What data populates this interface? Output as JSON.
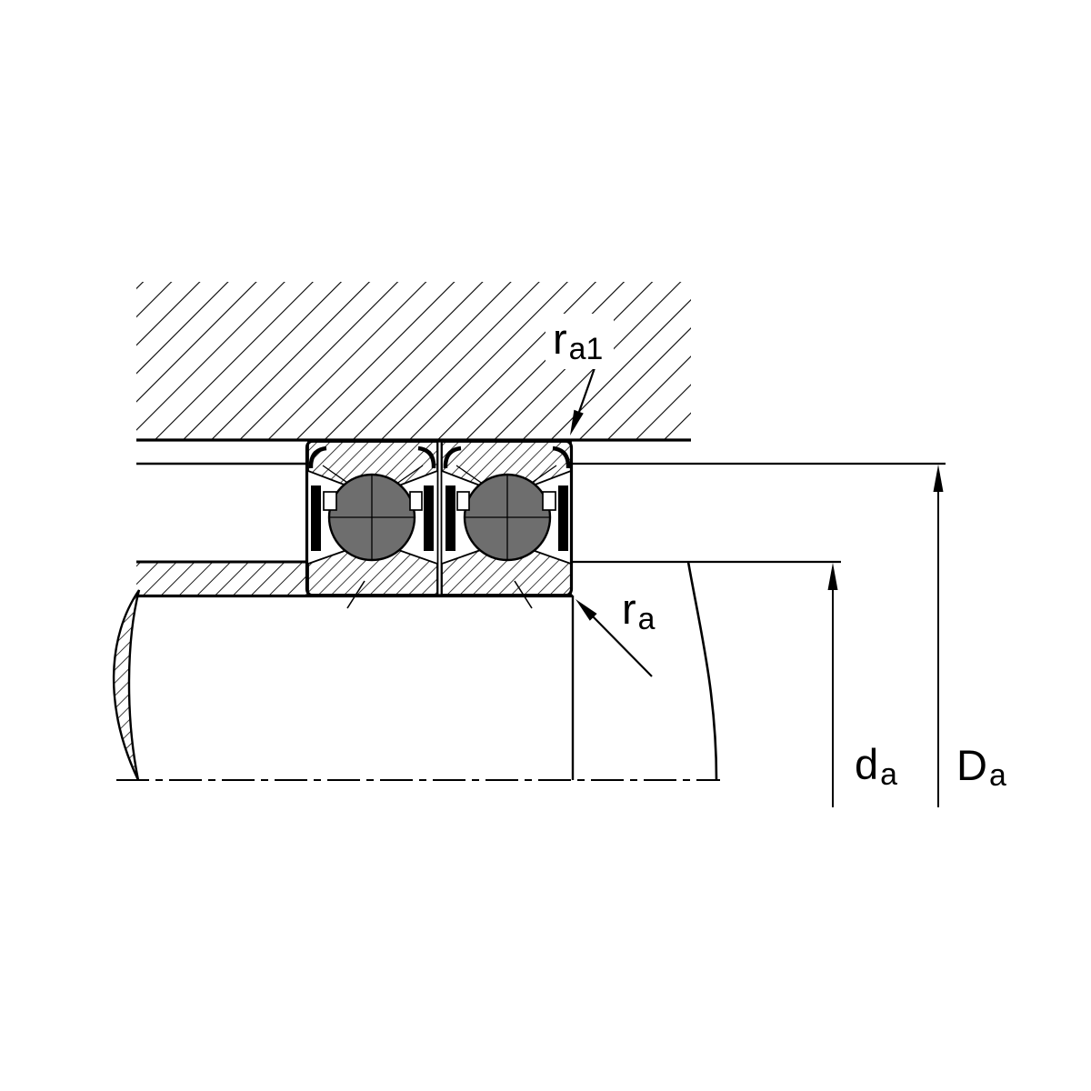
{
  "labels": {
    "ra1": {
      "base": "r",
      "sub": "a1"
    },
    "ra": {
      "base": "r",
      "sub": "a"
    },
    "da": {
      "base": "d",
      "sub": "a"
    },
    "Da": {
      "base": "D",
      "sub": "a"
    }
  },
  "colors": {
    "line": "#000000",
    "ball": "#6e6e6e",
    "background": "#ffffff"
  }
}
